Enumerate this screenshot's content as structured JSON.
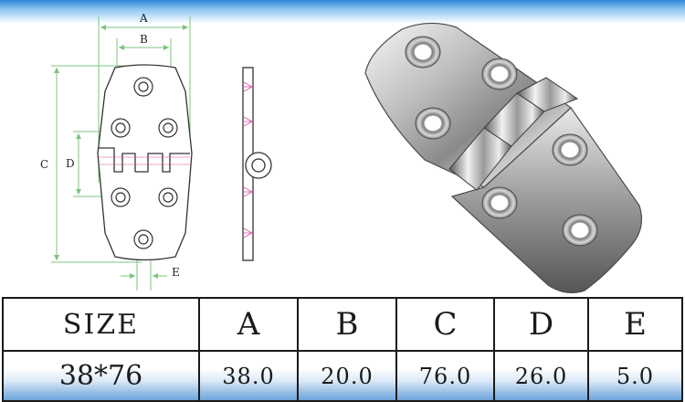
{
  "drawing": {
    "dimension_labels": {
      "a": "A",
      "b": "B",
      "c": "C",
      "d": "D",
      "e": "E"
    },
    "colors": {
      "dimension_lines": "#7cc47c",
      "outline": "#333333",
      "accent_marks": "#d94fa0",
      "metal_highlight": "#f4f4f4",
      "metal_shadow": "#6a6a6a"
    },
    "photo_subject": "stainless-steel-hinge"
  },
  "spec_table": {
    "headers": [
      "SIZE",
      "A",
      "B",
      "C",
      "D",
      "E"
    ],
    "values": [
      "38*76",
      "38.0",
      "20.0",
      "76.0",
      "26.0",
      "5.0"
    ]
  }
}
